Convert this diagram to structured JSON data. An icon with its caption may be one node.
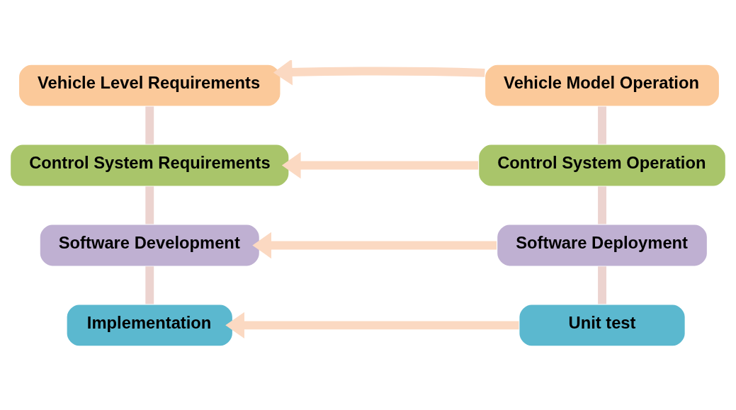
{
  "diagram": {
    "nodes": [
      {
        "text": [
          "Vehicle Level Requirements"
        ]
      },
      {
        "text": [
          "Vehicle Model Operation"
        ]
      },
      {
        "text": [
          "Control System Requirements"
        ]
      },
      {
        "text": [
          "Control System Operation"
        ]
      },
      {
        "text": [
          "Software Development"
        ]
      },
      {
        "text": [
          "Software Deployment"
        ]
      },
      {
        "text": [
          "Implementation"
        ]
      },
      {
        "text": [
          "Unit test"
        ]
      }
    ],
    "edges": [
      {
        "from": 1,
        "to": 0,
        "arrow": "to"
      },
      {
        "from": 3,
        "to": 2,
        "arrow": "to"
      },
      {
        "from": 5,
        "to": 4,
        "arrow": "to"
      },
      {
        "from": 7,
        "to": 6,
        "arrow": "to"
      },
      {
        "from": 0,
        "to": 2,
        "arrow": "none",
        "color": "#ecd3cf"
      },
      {
        "from": 2,
        "to": 4,
        "arrow": "none",
        "color": "#ecd3cf"
      },
      {
        "from": 4,
        "to": 6,
        "arrow": "none",
        "color": "#ecd3cf"
      },
      {
        "from": 1,
        "to": 3,
        "arrow": "none",
        "color": "#ecd3cf"
      },
      {
        "from": 3,
        "to": 5,
        "arrow": "none",
        "color": "#ecd3cf"
      },
      {
        "from": 5,
        "to": 7,
        "arrow": "none",
        "color": "#ecd3cf"
      }
    ]
  }
}
